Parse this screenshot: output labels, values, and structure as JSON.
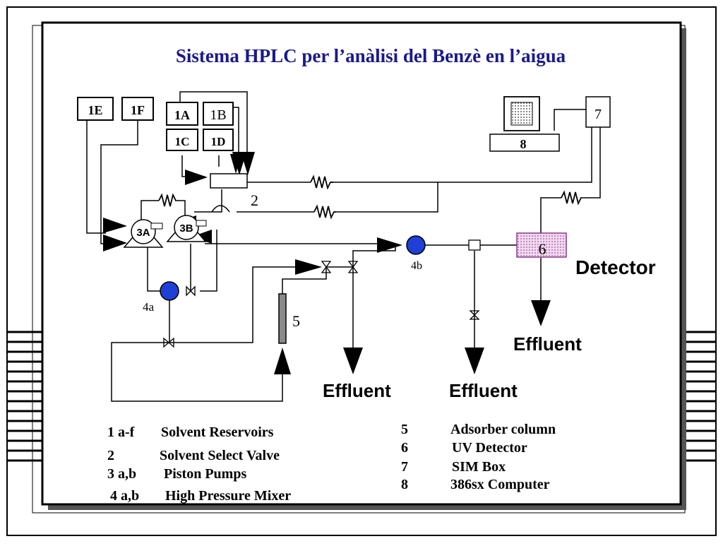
{
  "title": "Sistema HPLC per l’anàlisi del Benzè en l’aigua",
  "reservoirs": {
    "r1E": "1E",
    "r1F": "1F",
    "r1A": "1A",
    "r1B": "1B",
    "r1C": "1C",
    "r1D": "1D"
  },
  "labels": {
    "valve": "2",
    "pump3A": "3A",
    "pump3B": "3B",
    "mixer4a": "4a",
    "mixer4b": "4b",
    "column": "5",
    "detector": "6",
    "simbox": "7",
    "computer": "8",
    "detector_caption": "Detector",
    "effluent1": "Effluent",
    "effluent2": "Effluent",
    "effluent3": "Effluent"
  },
  "legend": {
    "left": [
      {
        "num": "1 a-f",
        "text": "Solvent Reservoirs"
      },
      {
        "num": "2",
        "text": "Solvent Select Valve"
      },
      {
        "num": "3 a,b",
        "text": "Piston Pumps"
      },
      {
        "num": "4 a,b",
        "text": "High Pressure Mixer"
      }
    ],
    "right": [
      {
        "num": "5",
        "text": "Adsorber column"
      },
      {
        "num": "6",
        "text": "UV Detector"
      },
      {
        "num": "7",
        "text": "SIM Box"
      },
      {
        "num": "8",
        "text": "386sx Computer"
      }
    ]
  },
  "colors": {
    "title": "#1a1a8c",
    "mixer": "#1f3fd6",
    "detector_fill": "#f4d7f2",
    "detector_border": "#8a3a8a",
    "column": "#8a8a8a"
  }
}
